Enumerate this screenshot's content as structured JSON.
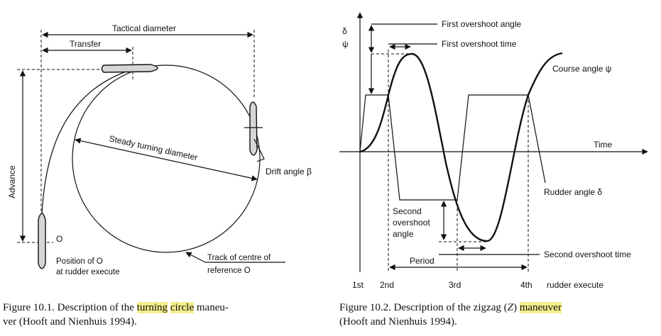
{
  "figure1": {
    "labels": {
      "tactical_diameter": "Tactical diameter",
      "transfer": "Transfer",
      "advance": "Advance",
      "steady_turning_diameter": "Steady turning diameter",
      "drift_angle": "Drift angle β",
      "origin": "O",
      "position_line1": "Position of O",
      "position_line2": "at rudder execute",
      "track_line1": "Track of centre of",
      "track_line2": "reference O"
    },
    "caption": {
      "prefix": "Figure 10.1.  Description of the ",
      "highlight1": "turning",
      "space": " ",
      "highlight2": "circle",
      "suffix": " maneu-",
      "line2": "ver (Hooft and Nienhuis 1994)."
    }
  },
  "figure2": {
    "labels": {
      "delta": "δ",
      "psi": "ψ",
      "first_overshoot_angle": "First overshoot angle",
      "first_overshoot_time": "First overshoot time",
      "course_angle": "Course angle ψ",
      "time": "Time",
      "rudder_angle": "Rudder angle δ",
      "second": "Second",
      "overshoot": "overshoot",
      "angle": "angle",
      "second_overshoot_time": "Second overshoot time",
      "period": "Period",
      "tick_1st": "1st",
      "tick_2nd": "2nd",
      "tick_3rd": "3rd",
      "tick_4th": "4th",
      "rudder_execute": "rudder execute"
    },
    "caption": {
      "prefix": "Figure 10.2.  Description of the zigzag (",
      "z": "Z",
      "middle": ") ",
      "highlight": "maneuver",
      "line2": "(Hooft and Nienhuis 1994)."
    }
  }
}
